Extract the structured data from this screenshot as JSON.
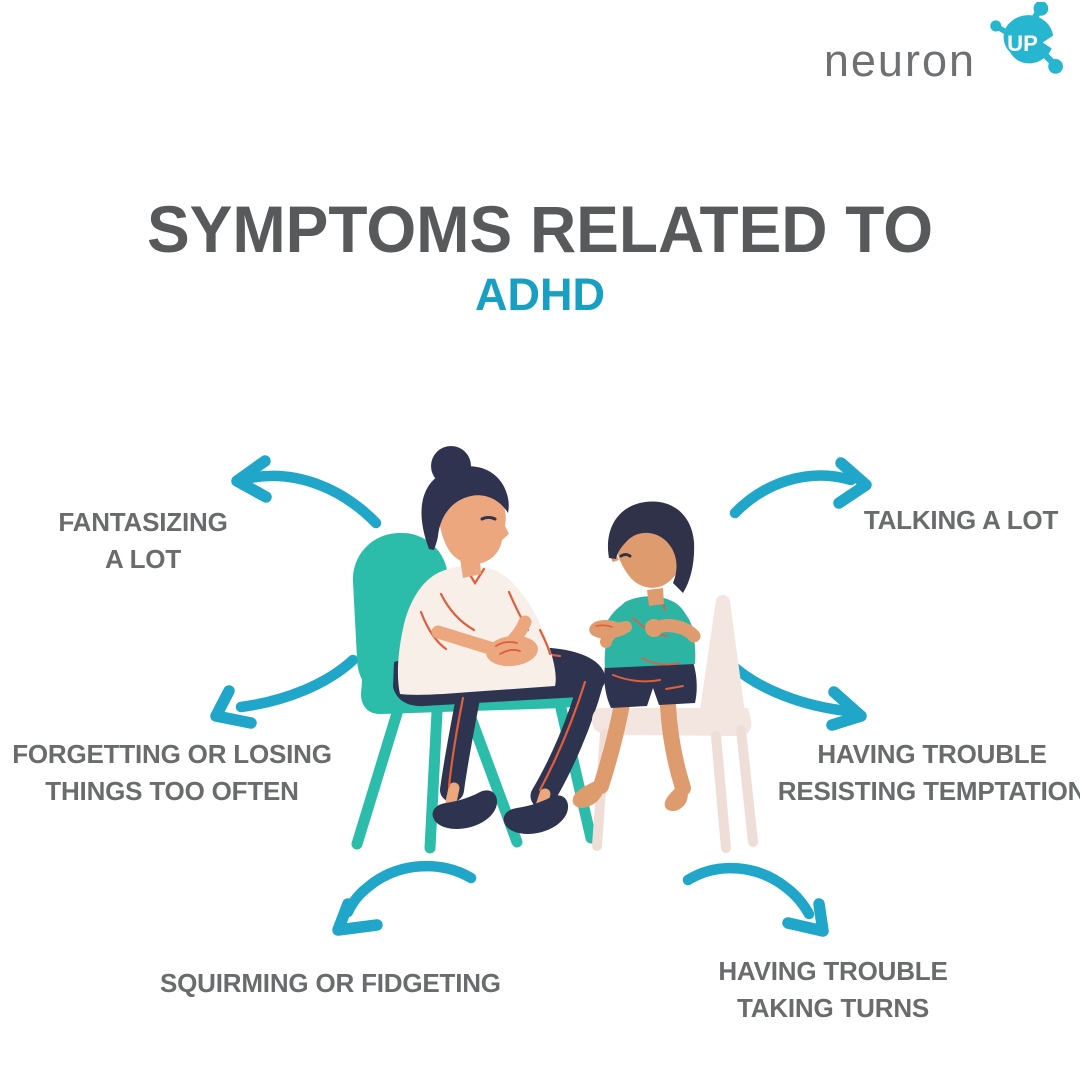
{
  "logo": {
    "brand": "neuron",
    "badge": "UP"
  },
  "title": {
    "main": "SYMPTOMS RELATED TO",
    "highlight": "ADHD"
  },
  "symptoms": [
    {
      "id": "fantasizing-a-lot",
      "lines": [
        "FANTASIZING",
        "A LOT"
      ]
    },
    {
      "id": "talking-a-lot",
      "lines": [
        "TALKING A LOT"
      ]
    },
    {
      "id": "forgetting-or-losing-things",
      "lines": [
        "FORGETTING OR LOSING",
        "THINGS TOO OFTEN"
      ]
    },
    {
      "id": "trouble-resisting-temptation",
      "lines": [
        "HAVING TROUBLE",
        "RESISTING TEMPTATION"
      ]
    },
    {
      "id": "squirming-or-fidgeting",
      "lines": [
        "SQUIRMING OR FIDGETING"
      ]
    },
    {
      "id": "trouble-taking-turns",
      "lines": [
        "HAVING TROUBLE",
        "TAKING TURNS"
      ]
    }
  ],
  "illustration": {
    "name": "adult-and-child-talking-on-chairs"
  },
  "colors": {
    "accent_teal": "#1FA6C8",
    "logo_blob_teal": "#27B6CF",
    "chair_teal": "#2BBCAA",
    "shirt_teal": "#2EB4A3",
    "pale_chair": "#F3E6E0",
    "title_gray": "#58595B",
    "label_gray": "#6A6B6D",
    "logo_gray": "#6F7073"
  }
}
